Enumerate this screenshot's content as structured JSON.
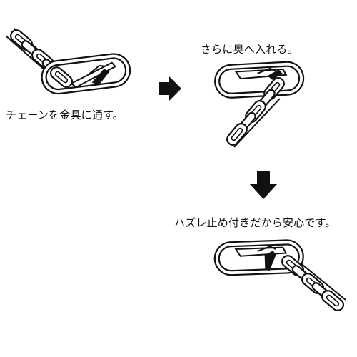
{
  "steps": [
    {
      "caption": "チェーンを金具に通す。"
    },
    {
      "caption": "さらに奥へ入れる。"
    },
    {
      "caption": "ハズレ止め付きだから安心です。"
    }
  ],
  "arrows": [
    {
      "direction": "right",
      "icon": "arrow-right-icon"
    },
    {
      "direction": "down",
      "icon": "arrow-down-icon"
    }
  ],
  "colors": {
    "ink": "#111111",
    "background": "#ffffff"
  }
}
